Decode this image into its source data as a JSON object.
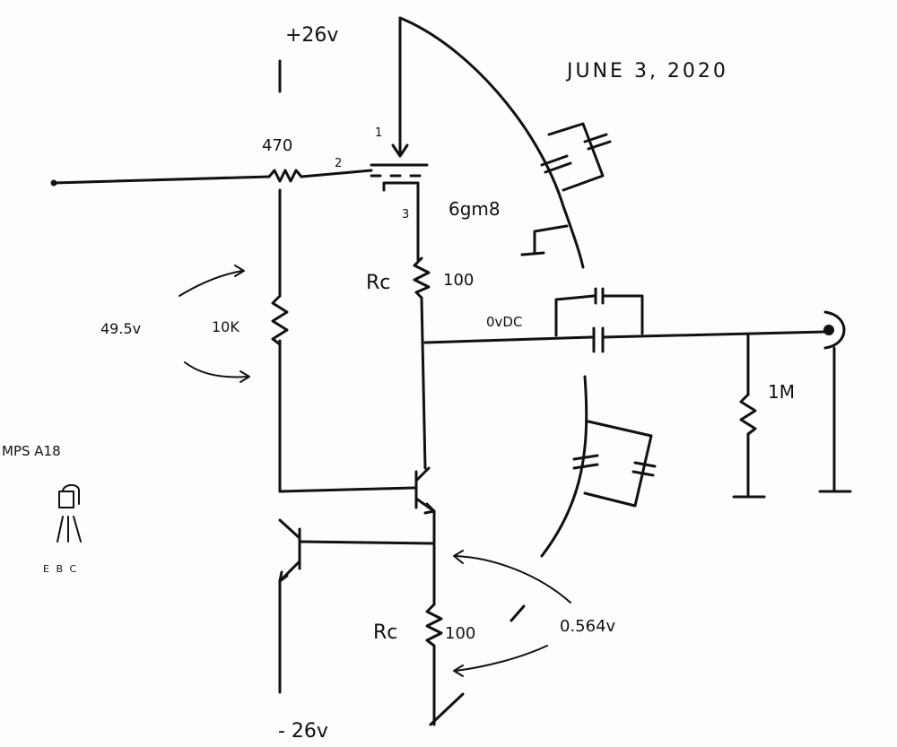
{
  "date": "JUNE 3, 2020",
  "supply": {
    "positive": "+26v",
    "negative": "- 26v"
  },
  "tube": {
    "name": "6gm8",
    "pin_plate": "1",
    "pin_grid": "2",
    "pin_cathode": "3"
  },
  "components": {
    "grid_resistor": "470",
    "bias_resistor": "10K",
    "bias_voltage": "49.5v",
    "upper_rc_label": "Rc",
    "upper_rc_value": "100",
    "lower_rc_label": "Rc",
    "lower_rc_value": "100",
    "output_dc": "0vDC",
    "output_resistor": "1M",
    "emitter_voltage": "0.564v"
  },
  "transistor": {
    "part": "MPS A18",
    "pins": "E B C"
  }
}
